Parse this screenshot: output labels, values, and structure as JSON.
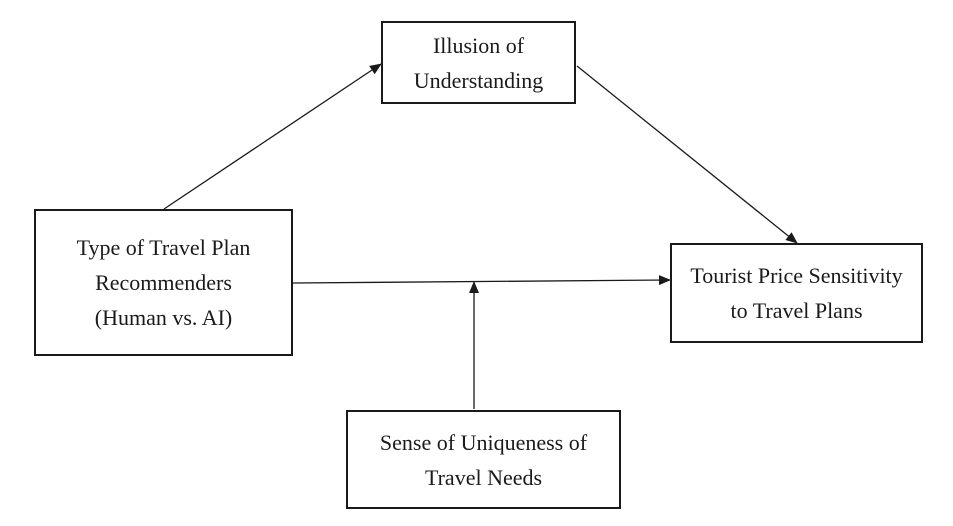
{
  "nodes": {
    "illusion": {
      "lines": [
        "Illusion of",
        "Understanding"
      ]
    },
    "recommender_type": {
      "lines": [
        "Type of Travel Plan",
        "Recommenders",
        "(Human vs. AI)"
      ]
    },
    "price_sensitivity": {
      "lines": [
        "Tourist Price Sensitivity",
        "to Travel Plans"
      ]
    },
    "uniqueness": {
      "lines": [
        "Sense of Uniqueness of",
        "Travel Needs"
      ]
    }
  },
  "edges": [
    {
      "from": "recommender_type",
      "to": "illusion"
    },
    {
      "from": "illusion",
      "to": "price_sensitivity"
    },
    {
      "from": "recommender_type",
      "to": "price_sensitivity"
    },
    {
      "from": "uniqueness",
      "to": "recommender_type-price_sensitivity-path"
    }
  ],
  "colors": {
    "stroke": "#1a1a1a",
    "background": "#ffffff"
  }
}
